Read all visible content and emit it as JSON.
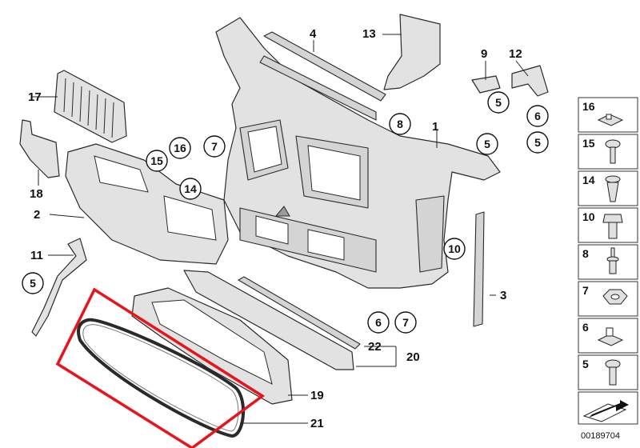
{
  "labels": {
    "l1": "1",
    "l2": "2",
    "l3": "3",
    "l4": "4",
    "l9": "9",
    "l10": "10",
    "l11": "11",
    "l12": "12",
    "l13": "13",
    "l17": "17",
    "l18": "18",
    "l19": "19",
    "l20": "20",
    "l21": "21",
    "l22": "22"
  },
  "callouts": {
    "c8": "8",
    "c5a": "5",
    "c5b": "5",
    "c6a": "6",
    "c5c": "5",
    "c16": "16",
    "c7a": "7",
    "c15": "15",
    "c14": "14",
    "c10": "10",
    "c5d": "5",
    "c6b": "6",
    "c7b": "7"
  },
  "sidebar": {
    "items": [
      {
        "num": "16",
        "icon": "clip-nut-icon"
      },
      {
        "num": "15",
        "icon": "hex-screw-icon"
      },
      {
        "num": "14",
        "icon": "expansion-rivet-icon"
      },
      {
        "num": "10",
        "icon": "hex-bolt-icon"
      },
      {
        "num": "8",
        "icon": "pin-rivet-icon"
      },
      {
        "num": "7",
        "icon": "hex-nut-icon"
      },
      {
        "num": "6",
        "icon": "clip-nut-icon"
      },
      {
        "num": "5",
        "icon": "torx-screw-icon"
      }
    ]
  },
  "footer": {
    "code": "00189704"
  },
  "highlight": {
    "color": "#e8141b",
    "target": "21"
  }
}
